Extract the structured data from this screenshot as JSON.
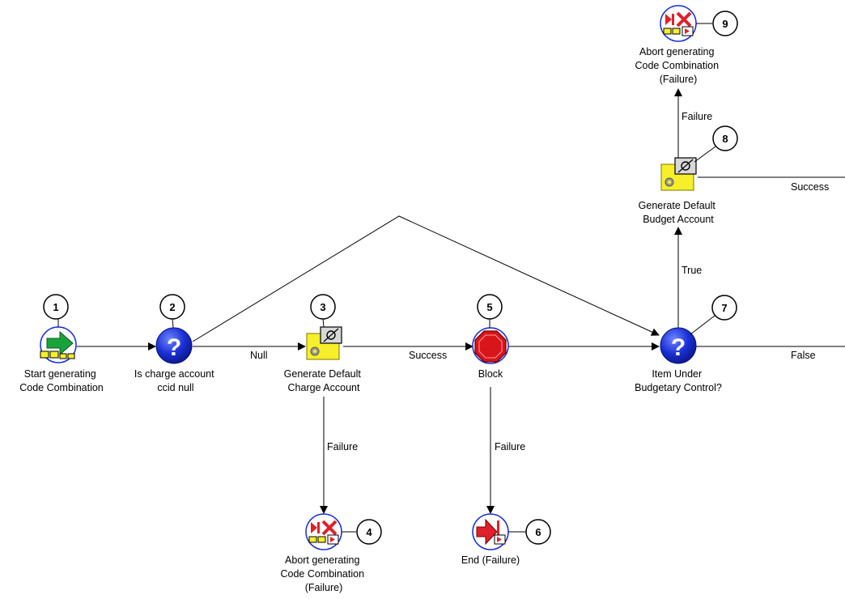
{
  "nodes": [
    {
      "id": "start",
      "number": "1",
      "icon": "start-icon",
      "label": [
        "Start generating",
        "Code Combination"
      ]
    },
    {
      "id": "is-null",
      "number": "2",
      "icon": "question-icon",
      "label": [
        "Is charge account",
        "ccid null"
      ]
    },
    {
      "id": "gen-charge",
      "number": "3",
      "icon": "function-icon",
      "label": [
        "Generate Default",
        "Charge Account"
      ]
    },
    {
      "id": "abort-charge",
      "number": "4",
      "icon": "abort-icon",
      "label": [
        "Abort generating",
        "Code Combination",
        "(Failure)"
      ]
    },
    {
      "id": "block",
      "number": "5",
      "icon": "stop-icon",
      "label": [
        "Block"
      ]
    },
    {
      "id": "end-failure",
      "number": "6",
      "icon": "end-icon",
      "label": [
        "End (Failure)"
      ]
    },
    {
      "id": "budgetary",
      "number": "7",
      "icon": "question-icon",
      "label": [
        "Item Under",
        "Budgetary Control?"
      ]
    },
    {
      "id": "gen-budget",
      "number": "8",
      "icon": "function-icon",
      "label": [
        "Generate Default",
        "Budget Account"
      ]
    },
    {
      "id": "abort-budget",
      "number": "9",
      "icon": "abort-icon",
      "label": [
        "Abort generating",
        "Code Combination",
        "(Failure)"
      ]
    }
  ],
  "edges": [
    {
      "from": "start",
      "to": "is-null",
      "label": ""
    },
    {
      "from": "is-null",
      "to": "gen-charge",
      "label": "Null"
    },
    {
      "from": "is-null",
      "to": "budgetary",
      "label": ""
    },
    {
      "from": "gen-charge",
      "to": "block",
      "label": "Success"
    },
    {
      "from": "gen-charge",
      "to": "abort-charge",
      "label": "Failure"
    },
    {
      "from": "block",
      "to": "budgetary",
      "label": ""
    },
    {
      "from": "block",
      "to": "end-failure",
      "label": "Failure"
    },
    {
      "from": "budgetary",
      "to": "gen-budget",
      "label": "True"
    },
    {
      "from": "budgetary",
      "to": "offpage-right",
      "label": "False"
    },
    {
      "from": "gen-budget",
      "to": "abort-budget",
      "label": "Failure"
    },
    {
      "from": "gen-budget",
      "to": "offpage-right",
      "label": "Success"
    }
  ],
  "colors": {
    "line": "#000000",
    "question_blue": "#1a2fd6",
    "function_yellow": "#f2ee22",
    "stop_red": "#d8151b",
    "start_green": "#1aa33a",
    "abort_red": "#e0202a"
  }
}
